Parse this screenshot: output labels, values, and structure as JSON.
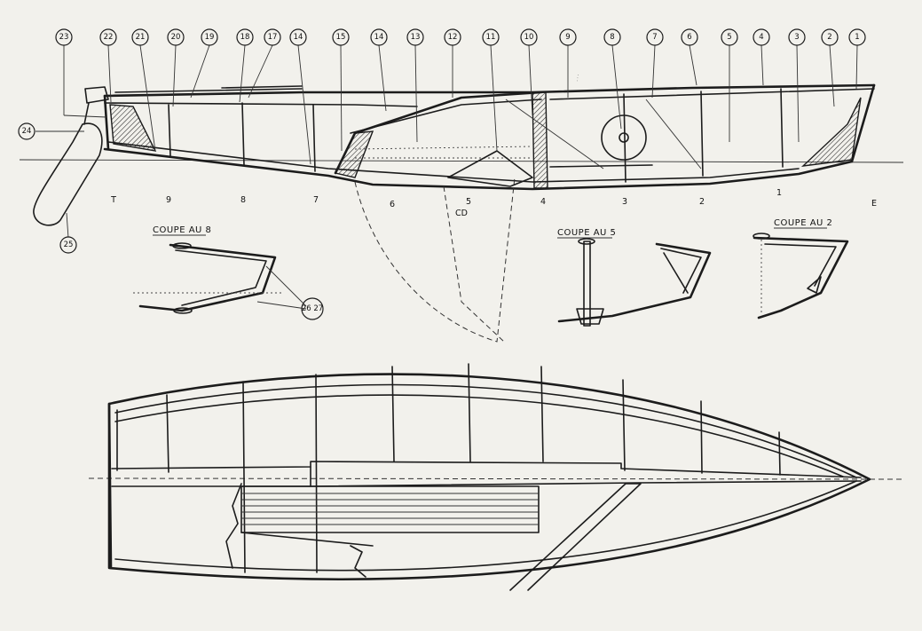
{
  "callouts": [
    {
      "label": "23"
    },
    {
      "label": "22"
    },
    {
      "label": "21"
    },
    {
      "label": "20"
    },
    {
      "label": "19"
    },
    {
      "label": "18"
    },
    {
      "label": "17"
    },
    {
      "label": "14"
    },
    {
      "label": "15"
    },
    {
      "label": "14"
    },
    {
      "label": "13"
    },
    {
      "label": "12"
    },
    {
      "label": "11"
    },
    {
      "label": "10"
    },
    {
      "label": "9"
    },
    {
      "label": "8"
    },
    {
      "label": "7"
    },
    {
      "label": "6"
    },
    {
      "label": "5"
    },
    {
      "label": "4"
    },
    {
      "label": "3"
    },
    {
      "label": "2"
    },
    {
      "label": "1"
    },
    {
      "label": "24"
    },
    {
      "label": "25"
    },
    {
      "label": "26 27"
    }
  ],
  "stations": [
    {
      "label": "T"
    },
    {
      "label": "9"
    },
    {
      "label": "8"
    },
    {
      "label": "7"
    },
    {
      "label": "6"
    },
    {
      "label": "5"
    },
    {
      "label": "CD"
    },
    {
      "label": "4"
    },
    {
      "label": "3"
    },
    {
      "label": "2"
    },
    {
      "label": "1"
    },
    {
      "label": "E"
    }
  ],
  "sections": {
    "coupe_8": "COUPE AU 8",
    "coupe_5": "COUPE AU 5",
    "coupe_2": "COUPE AU 2"
  }
}
